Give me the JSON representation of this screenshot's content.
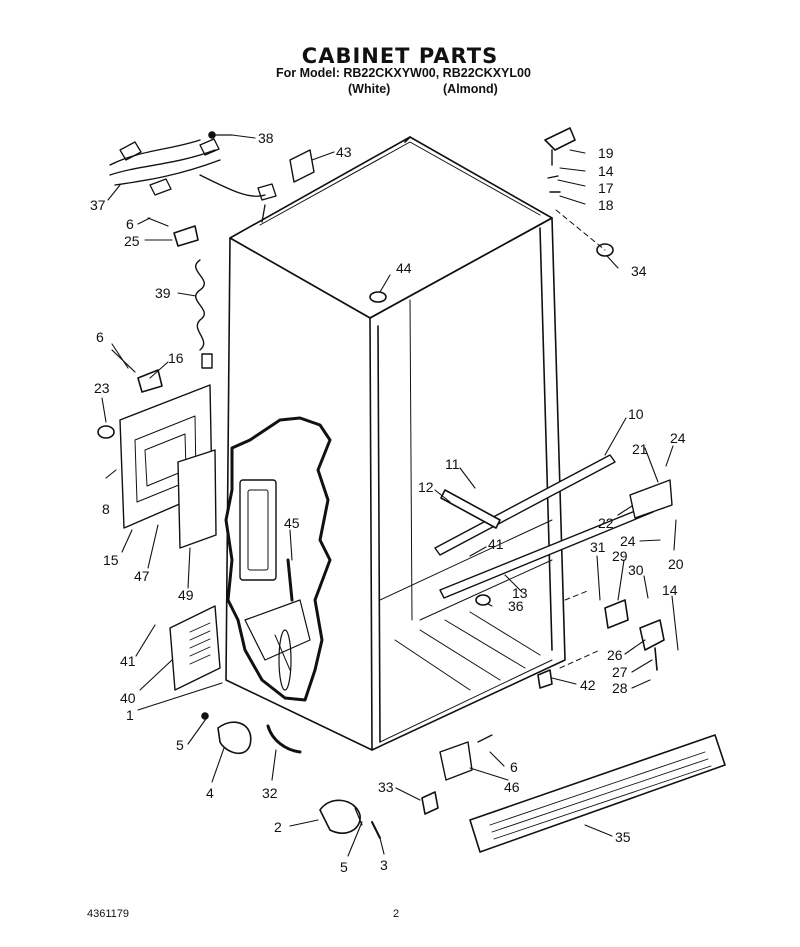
{
  "header": {
    "title": "CABINET PARTS",
    "model_line": "For Model: RB22CKXYW00,  RB22CKXYL00",
    "color_white": "(White)",
    "color_almond": "(Almond)"
  },
  "footer": {
    "doc_number": "4361179",
    "page_number": "2"
  },
  "callouts": [
    {
      "id": "38",
      "label": "38"
    },
    {
      "id": "43",
      "label": "43"
    },
    {
      "id": "37",
      "label": "37"
    },
    {
      "id": "6a",
      "label": "6"
    },
    {
      "id": "25",
      "label": "25"
    },
    {
      "id": "39",
      "label": "39"
    },
    {
      "id": "6b",
      "label": "6"
    },
    {
      "id": "16",
      "label": "16"
    },
    {
      "id": "23",
      "label": "23"
    },
    {
      "id": "8",
      "label": "8"
    },
    {
      "id": "15",
      "label": "15"
    },
    {
      "id": "47",
      "label": "47"
    },
    {
      "id": "49",
      "label": "49"
    },
    {
      "id": "45",
      "label": "45"
    },
    {
      "id": "41a",
      "label": "41"
    },
    {
      "id": "40",
      "label": "40"
    },
    {
      "id": "1",
      "label": "1"
    },
    {
      "id": "5a",
      "label": "5"
    },
    {
      "id": "4",
      "label": "4"
    },
    {
      "id": "32",
      "label": "32"
    },
    {
      "id": "2",
      "label": "2"
    },
    {
      "id": "5b",
      "label": "5"
    },
    {
      "id": "3",
      "label": "3"
    },
    {
      "id": "33",
      "label": "33"
    },
    {
      "id": "6c",
      "label": "6"
    },
    {
      "id": "46",
      "label": "46"
    },
    {
      "id": "35",
      "label": "35"
    },
    {
      "id": "44",
      "label": "44"
    },
    {
      "id": "19",
      "label": "19"
    },
    {
      "id": "14a",
      "label": "14"
    },
    {
      "id": "17",
      "label": "17"
    },
    {
      "id": "18",
      "label": "18"
    },
    {
      "id": "34",
      "label": "34"
    },
    {
      "id": "10",
      "label": "10"
    },
    {
      "id": "11",
      "label": "11"
    },
    {
      "id": "12",
      "label": "12"
    },
    {
      "id": "21",
      "label": "21"
    },
    {
      "id": "24a",
      "label": "24"
    },
    {
      "id": "22",
      "label": "22"
    },
    {
      "id": "24b",
      "label": "24"
    },
    {
      "id": "20",
      "label": "20"
    },
    {
      "id": "41b",
      "label": "41"
    },
    {
      "id": "13",
      "label": "13"
    },
    {
      "id": "36",
      "label": "36"
    },
    {
      "id": "31",
      "label": "31"
    },
    {
      "id": "29",
      "label": "29"
    },
    {
      "id": "30",
      "label": "30"
    },
    {
      "id": "14b",
      "label": "14"
    },
    {
      "id": "26",
      "label": "26"
    },
    {
      "id": "27",
      "label": "27"
    },
    {
      "id": "28",
      "label": "28"
    },
    {
      "id": "42",
      "label": "42"
    }
  ]
}
